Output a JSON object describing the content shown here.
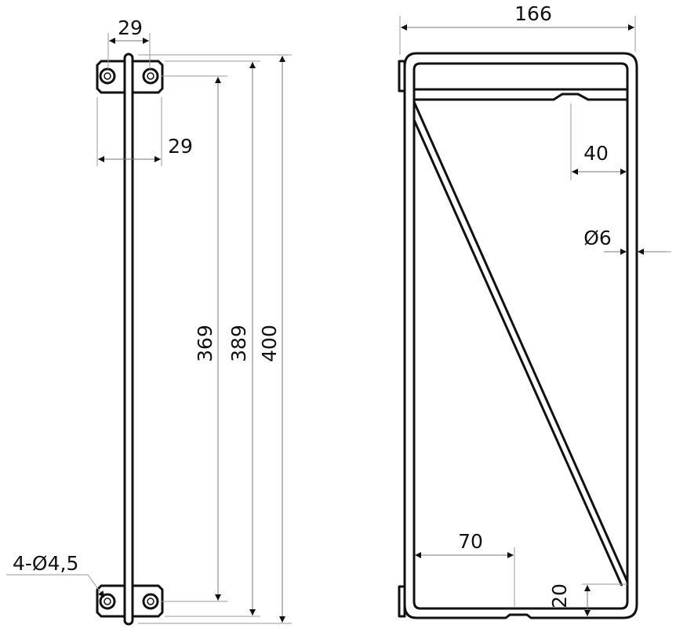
{
  "title": "Wall-mounted rod rack technical drawing",
  "colors": {
    "line": "#111111",
    "dimension": "#777777"
  },
  "side_view": {
    "dimensions": {
      "hole_spacing_top": "29",
      "bracket_width": "29",
      "hole_center_height": "369",
      "bracket_height": "389",
      "overall_height": "400"
    },
    "hole_callout": "4-Ø4,5"
  },
  "front_view": {
    "dimensions": {
      "overall_width": "166",
      "notch_offset": "40",
      "rod_diameter": "Ø6",
      "bottom_offset": "70",
      "diagonal_bottom_offset": "20"
    }
  }
}
